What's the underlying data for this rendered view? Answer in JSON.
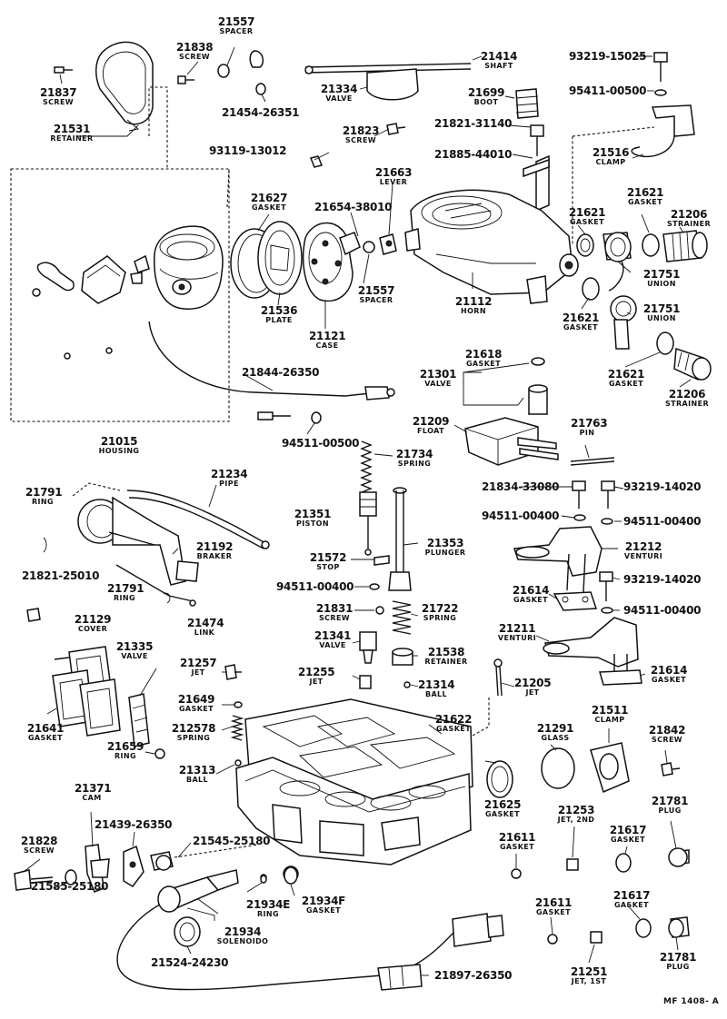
{
  "diagram_code": "MF 1408- A",
  "callouts": {
    "p21557a": {
      "num": "21557",
      "name": "SPACER"
    },
    "p21838": {
      "num": "21838",
      "name": "SCREW"
    },
    "p21837": {
      "num": "21837",
      "name": "SCREW"
    },
    "p21531": {
      "num": "21531",
      "name": "RETAINER"
    },
    "p21454": {
      "num": "21454-26351",
      "name": ""
    },
    "p21414": {
      "num": "21414",
      "name": "SHAFT"
    },
    "p93219_15025": {
      "num": "93219-15025",
      "name": ""
    },
    "p95411": {
      "num": "95411-00500",
      "name": ""
    },
    "p21334": {
      "num": "21334",
      "name": "VALVE"
    },
    "p21699": {
      "num": "21699",
      "name": "BOOT"
    },
    "p21821_31140": {
      "num": "21821-31140",
      "name": ""
    },
    "p21823": {
      "num": "21823",
      "name": "SCREW"
    },
    "p93119": {
      "num": "93119-13012",
      "name": ""
    },
    "p21885": {
      "num": "21885-44010",
      "name": ""
    },
    "p21516": {
      "num": "21516",
      "name": "CLAMP"
    },
    "p21663": {
      "num": "21663",
      "name": "LEVER"
    },
    "p21627": {
      "num": "21627",
      "name": "GASKET"
    },
    "p21654": {
      "num": "21654-38010",
      "name": ""
    },
    "p21621a": {
      "num": "21621",
      "name": "GASKET"
    },
    "p21621b": {
      "num": "21621",
      "name": "GASKET"
    },
    "p21206a": {
      "num": "21206",
      "name": "STRAINER"
    },
    "p21751a": {
      "num": "21751",
      "name": "UNION"
    },
    "p21557b": {
      "num": "21557",
      "name": "SPACER"
    },
    "p21112": {
      "num": "21112",
      "name": "HORN"
    },
    "p21536": {
      "num": "21536",
      "name": "PLATE"
    },
    "p21621c": {
      "num": "21621",
      "name": "GASKET"
    },
    "p21751b": {
      "num": "21751",
      "name": "UNION"
    },
    "p21121": {
      "num": "21121",
      "name": "CASE"
    },
    "p21618": {
      "num": "21618",
      "name": "GASKET"
    },
    "p21301": {
      "num": "21301",
      "name": "VALVE"
    },
    "p21621d": {
      "num": "21621",
      "name": "GASKET"
    },
    "p21206b": {
      "num": "21206",
      "name": "STRAINER"
    },
    "p21844": {
      "num": "21844-26350",
      "name": ""
    },
    "p94511_00500": {
      "num": "94511-00500",
      "name": ""
    },
    "p21015": {
      "num": "21015",
      "name": "HOUSING"
    },
    "p21209": {
      "num": "21209",
      "name": "FLOAT"
    },
    "p21763": {
      "num": "21763",
      "name": "PIN"
    },
    "p21734": {
      "num": "21734",
      "name": "SPRING"
    },
    "p21234": {
      "num": "21234",
      "name": "PIPE"
    },
    "p21791a": {
      "num": "21791",
      "name": "RING"
    },
    "p21834": {
      "num": "21834-33080",
      "name": ""
    },
    "p93219_14020a": {
      "num": "93219-14020",
      "name": ""
    },
    "p94511_00400a": {
      "num": "94511-00400",
      "name": ""
    },
    "p94511_00400b": {
      "num": "94511-00400",
      "name": ""
    },
    "p21351": {
      "num": "21351",
      "name": "PISTON"
    },
    "p21353": {
      "num": "21353",
      "name": "PLUNGER"
    },
    "p21192": {
      "num": "21192",
      "name": "BRAKER"
    },
    "p21212": {
      "num": "21212",
      "name": "VENTURI"
    },
    "p21572": {
      "num": "21572",
      "name": "STOP"
    },
    "p21821_25010": {
      "num": "21821-25010",
      "name": ""
    },
    "p21791b": {
      "num": "21791",
      "name": "RING"
    },
    "p94511_00400c": {
      "num": "94511-00400",
      "name": ""
    },
    "p93219_14020b": {
      "num": "93219-14020",
      "name": ""
    },
    "p21614a": {
      "num": "21614",
      "name": "GASKET"
    },
    "p21129": {
      "num": "21129",
      "name": "COVER"
    },
    "p21474": {
      "num": "21474",
      "name": "LINK"
    },
    "p21831": {
      "num": "21831",
      "name": "SCREW"
    },
    "p21722": {
      "num": "21722",
      "name": "SPRING"
    },
    "p94511_00400d": {
      "num": "94511-00400",
      "name": ""
    },
    "p21335": {
      "num": "21335",
      "name": "VALVE"
    },
    "p21341": {
      "num": "21341",
      "name": "VALVE"
    },
    "p21538": {
      "num": "21538",
      "name": "RETAINER"
    },
    "p21211": {
      "num": "21211",
      "name": "VENTURI"
    },
    "p21257": {
      "num": "21257",
      "name": "JET"
    },
    "p21255": {
      "num": "21255",
      "name": "JET"
    },
    "p21314": {
      "num": "21314",
      "name": "BALL"
    },
    "p21205": {
      "num": "21205",
      "name": "JET"
    },
    "p21614b": {
      "num": "21614",
      "name": "GASKET"
    },
    "p21649": {
      "num": "21649",
      "name": "GASKET"
    },
    "p21641": {
      "num": "21641",
      "name": "GASKET"
    },
    "p212578": {
      "num": "212578",
      "name": "SPRING"
    },
    "p21622": {
      "num": "21622",
      "name": "GASKET"
    },
    "p21511": {
      "num": "21511",
      "name": "CLAMP"
    },
    "p21291": {
      "num": "21291",
      "name": "GLASS"
    },
    "p21842": {
      "num": "21842",
      "name": "SCREW"
    },
    "p21659": {
      "num": "21659",
      "name": "RING"
    },
    "p21313": {
      "num": "21313",
      "name": "BALL"
    },
    "p21371": {
      "num": "21371",
      "name": "CAM"
    },
    "p21625": {
      "num": "21625",
      "name": "GASKET"
    },
    "p21781a": {
      "num": "21781",
      "name": "PLUG"
    },
    "p21253": {
      "num": "21253",
      "name": "JET, 2ND"
    },
    "p21617a": {
      "num": "21617",
      "name": "GASKET"
    },
    "p21439": {
      "num": "21439-26350",
      "name": ""
    },
    "p21828": {
      "num": "21828",
      "name": "SCREW"
    },
    "p21545": {
      "num": "21545-25180",
      "name": ""
    },
    "p21611a": {
      "num": "21611",
      "name": "GASKET"
    },
    "p21585": {
      "num": "21585-25180",
      "name": ""
    },
    "p21934e": {
      "num": "21934E",
      "name": "RING"
    },
    "p21934f": {
      "num": "21934F",
      "name": "GASKET"
    },
    "p21934": {
      "num": "21934",
      "name": "SOLENOIDO"
    },
    "p21617b": {
      "num": "21617",
      "name": "GASKET"
    },
    "p21611b": {
      "num": "21611",
      "name": "GASKET"
    },
    "p21524": {
      "num": "21524-24230",
      "name": ""
    },
    "p21251": {
      "num": "21251",
      "name": "JET, 1ST"
    },
    "p21781b": {
      "num": "21781",
      "name": "PLUG"
    },
    "p21897": {
      "num": "21897-26350",
      "name": ""
    }
  }
}
